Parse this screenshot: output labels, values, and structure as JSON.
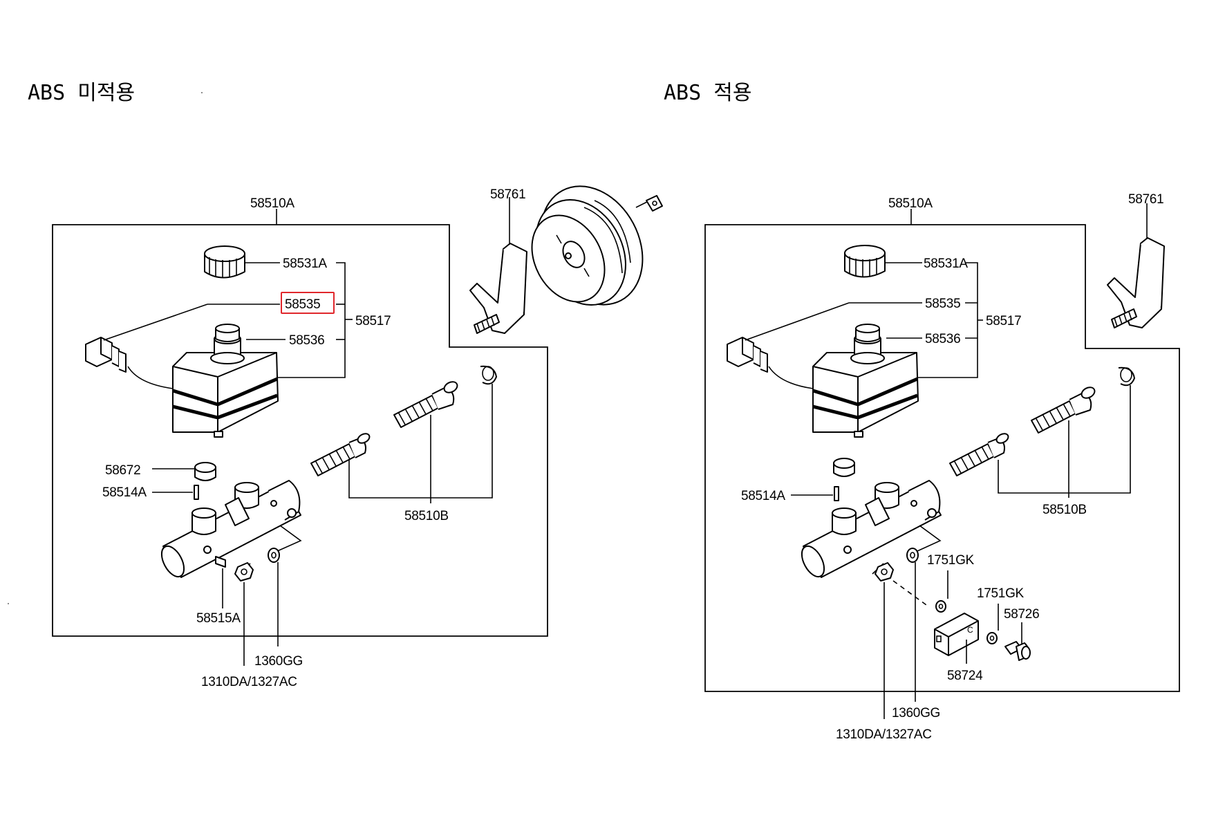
{
  "titles": {
    "left": "ABS 미적용",
    "right": "ABS 적용"
  },
  "left": {
    "assembly": "58510A",
    "cap": "58531A",
    "sensor": "58535",
    "reservoir_kit": "58517",
    "seal": "58536",
    "grommet": "58672",
    "pin": "58514A",
    "piston_kit": "58510B",
    "bleed_screw": "58515A",
    "washer": "1360GG",
    "nut": "1310DA/1327AC",
    "bracket": "58761"
  },
  "right": {
    "assembly": "58510A",
    "cap": "58531A",
    "sensor": "58535",
    "reservoir_kit": "58517",
    "seal": "58536",
    "pin": "58514A",
    "piston_kit": "58510B",
    "gasket_a": "1751GK",
    "gasket_b": "1751GK",
    "union": "58724",
    "union_bolt": "58726",
    "washer": "1360GG",
    "nut": "1310DA/1327AC",
    "bracket": "58761"
  },
  "highlight": {
    "part": "58535",
    "color": "#e0262b"
  }
}
